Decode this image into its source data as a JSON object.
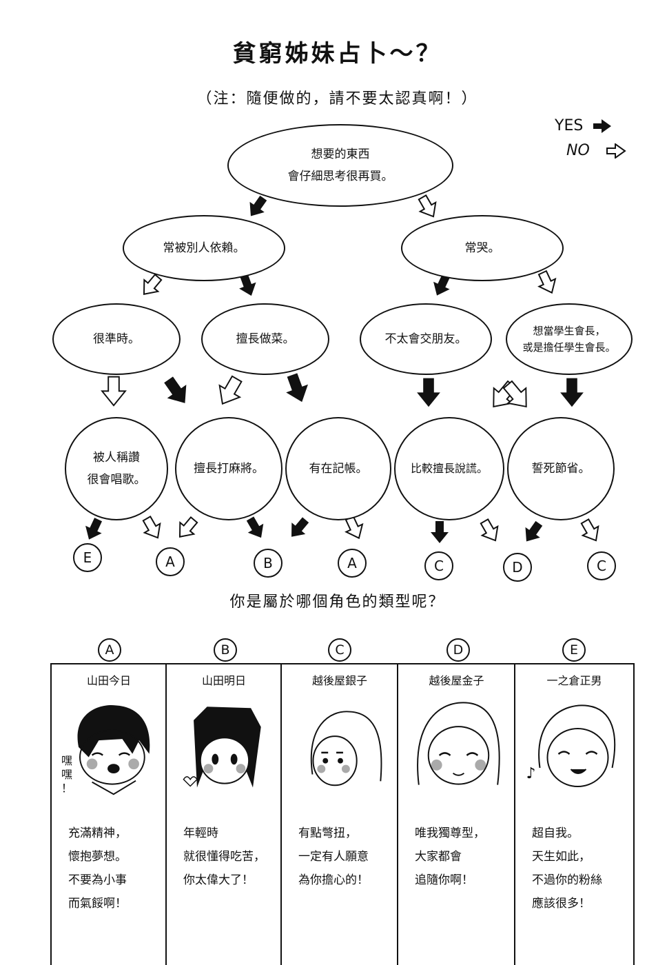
{
  "title": "貧窮姊妹占卜～？",
  "note": "（注：隨便做的，請不要太認真啊！）",
  "legend": {
    "yes": "YES",
    "no": "NO"
  },
  "nodes": {
    "root": "想要的東西\n會仔細思考很再買。",
    "l1_left": "常被別人依賴。",
    "l1_right": "常哭。",
    "l2_a": "很準時。",
    "l2_b": "擅長做菜。",
    "l2_c": "不太會交朋友。",
    "l2_d": "想當學生會長，\n或是擔任學生會長。",
    "l3_a": "被人稱讚\n很會唱歌。",
    "l3_b": "擅長打麻將。",
    "l3_c": "有在記帳。",
    "l3_d": "比較擅長說謊。",
    "l3_e": "誓死節省。"
  },
  "results": [
    "E",
    "A",
    "B",
    "A",
    "C",
    "D",
    "C"
  ],
  "question": "你是屬於哪個角色的類型呢？",
  "characters": [
    {
      "letter": "A",
      "name": "山田今日",
      "desc": "充滿精神，\n懷抱夢想。\n不要為小事\n而氣餒啊！",
      "aside": "嘿\n嘿\n！"
    },
    {
      "letter": "B",
      "name": "山田明日",
      "desc": "年輕時\n就很懂得吃苦，\n你太偉大了！",
      "aside": ""
    },
    {
      "letter": "C",
      "name": "越後屋銀子",
      "desc": "有點彆扭，\n一定有人願意\n為你擔心的！",
      "aside": ""
    },
    {
      "letter": "D",
      "name": "越後屋金子",
      "desc": "唯我獨尊型，\n大家都會\n追隨你啊！",
      "aside": ""
    },
    {
      "letter": "E",
      "name": "一之倉正男",
      "desc": "超自我。\n天生如此，\n不過你的粉絲\n應該很多！",
      "aside": ""
    }
  ]
}
